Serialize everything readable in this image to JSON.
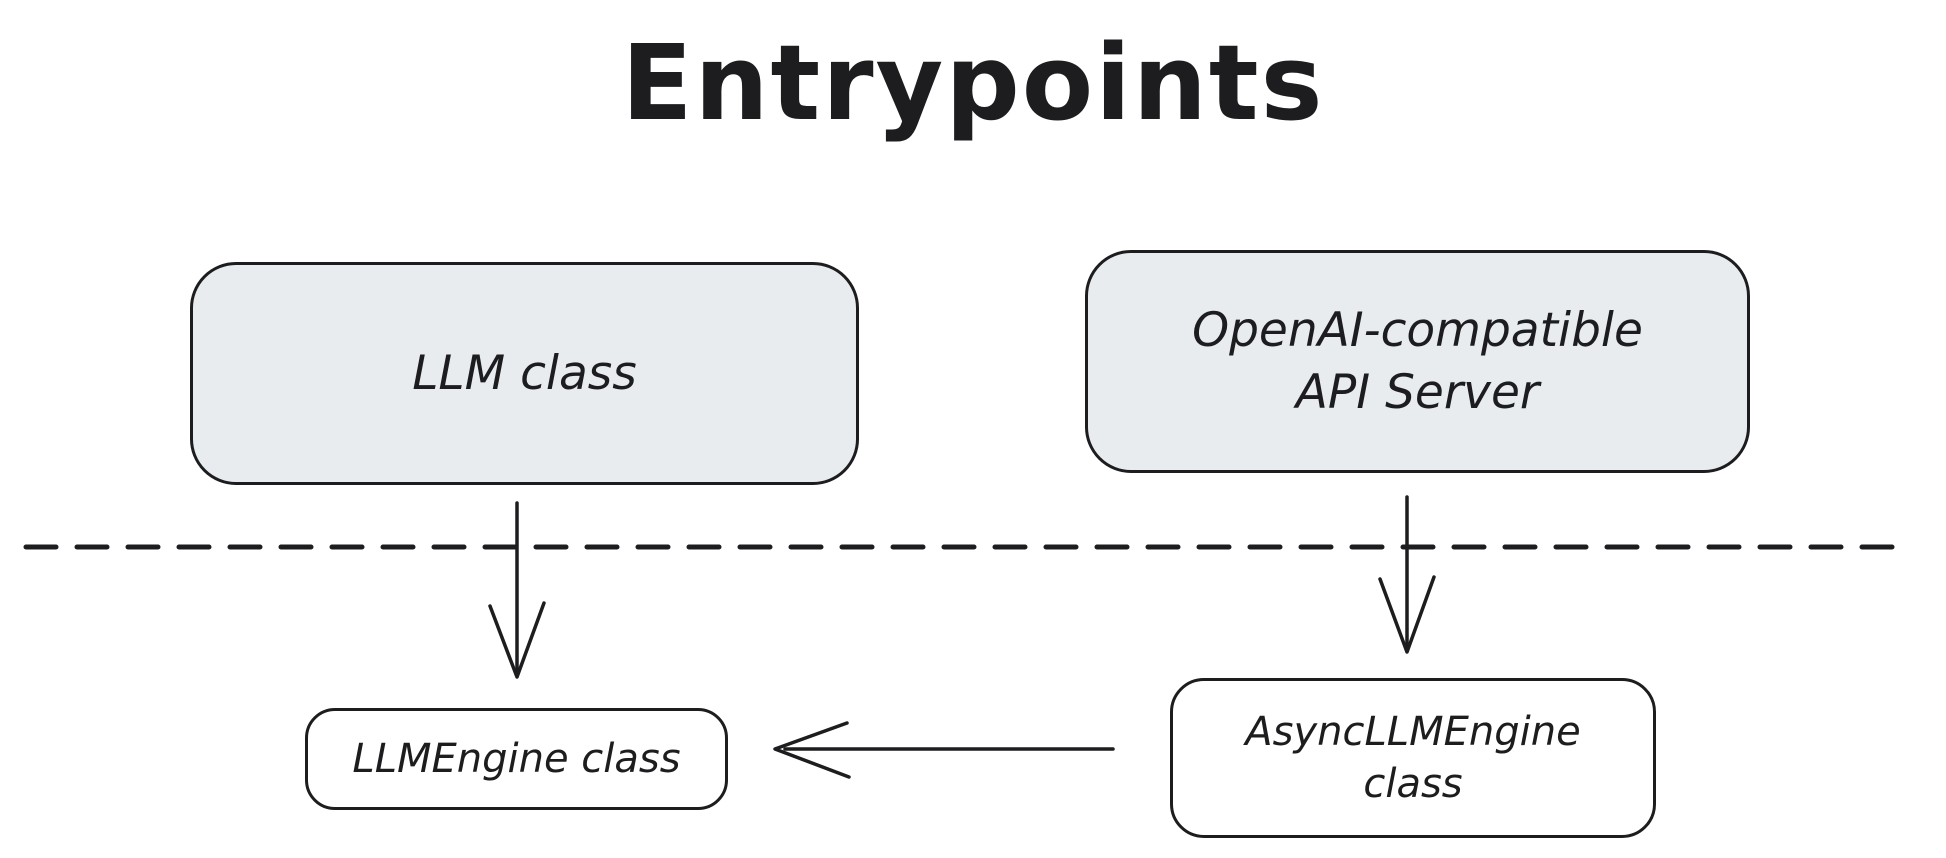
{
  "diagram": {
    "title": "Entrypoints",
    "nodes": {
      "llm_class": {
        "label": "LLM class",
        "lines": [
          "LLM class"
        ],
        "fill": "#e8ecef"
      },
      "api_server": {
        "label": "OpenAI-compatible API Server",
        "lines": [
          "OpenAI-compatible",
          "API Server"
        ],
        "fill": "#e8ecef"
      },
      "llm_engine": {
        "label": "LLMEngine class",
        "lines": [
          "LLMEngine class"
        ],
        "fill": "#ffffff"
      },
      "async_llm_engine": {
        "label": "AsyncLLMEngine class",
        "lines": [
          "AsyncLLMEngine",
          "class"
        ],
        "fill": "#ffffff"
      }
    },
    "edges": [
      {
        "from": "llm_class",
        "to": "llm_engine",
        "type": "arrow",
        "direction": "down"
      },
      {
        "from": "api_server",
        "to": "async_llm_engine",
        "type": "arrow",
        "direction": "down"
      },
      {
        "from": "async_llm_engine",
        "to": "llm_engine",
        "type": "arrow",
        "direction": "left"
      }
    ],
    "separator": {
      "type": "dashed-line",
      "orientation": "horizontal"
    },
    "colors": {
      "background": "#ffffff",
      "stroke": "#1d1d20",
      "node_fill_shaded": "#e8ecef",
      "node_fill_plain": "#ffffff"
    }
  }
}
